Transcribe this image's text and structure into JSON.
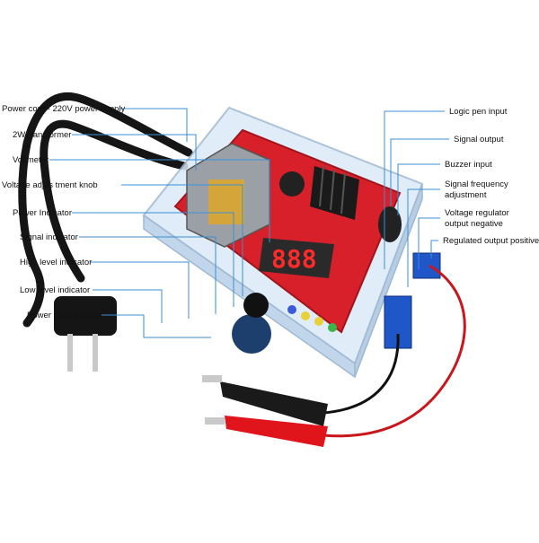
{
  "colors": {
    "board": "#d8202a",
    "case": "#cfe3f5",
    "terminal": "#1f56c8",
    "cable": "#151515",
    "clip_red": "#e0151b",
    "clip_black": "#1a1a1a",
    "leader": "#3a8fd6",
    "display": "#ff2a2a"
  },
  "icons": [
    "power-plug-icon",
    "transformer-icon",
    "voltmeter-display-icon",
    "knob-icon",
    "alligator-clip-icon"
  ],
  "display": {
    "reading": "888"
  },
  "labels_left": [
    "Power cord - 220V power supply",
    "2W transformer",
    "Voltmeter",
    "Voltage adjus tment knob",
    "Power Indicator",
    "Signal indicator",
    "High level indicator",
    "Low level indicator",
    "Power output cable"
  ],
  "labels_right": [
    "Logic pen input",
    "Signal output",
    "Buzzer input",
    "Signal frequency\nadjustment",
    "Voltage regulator\noutput negative",
    "Regulated output positive"
  ]
}
